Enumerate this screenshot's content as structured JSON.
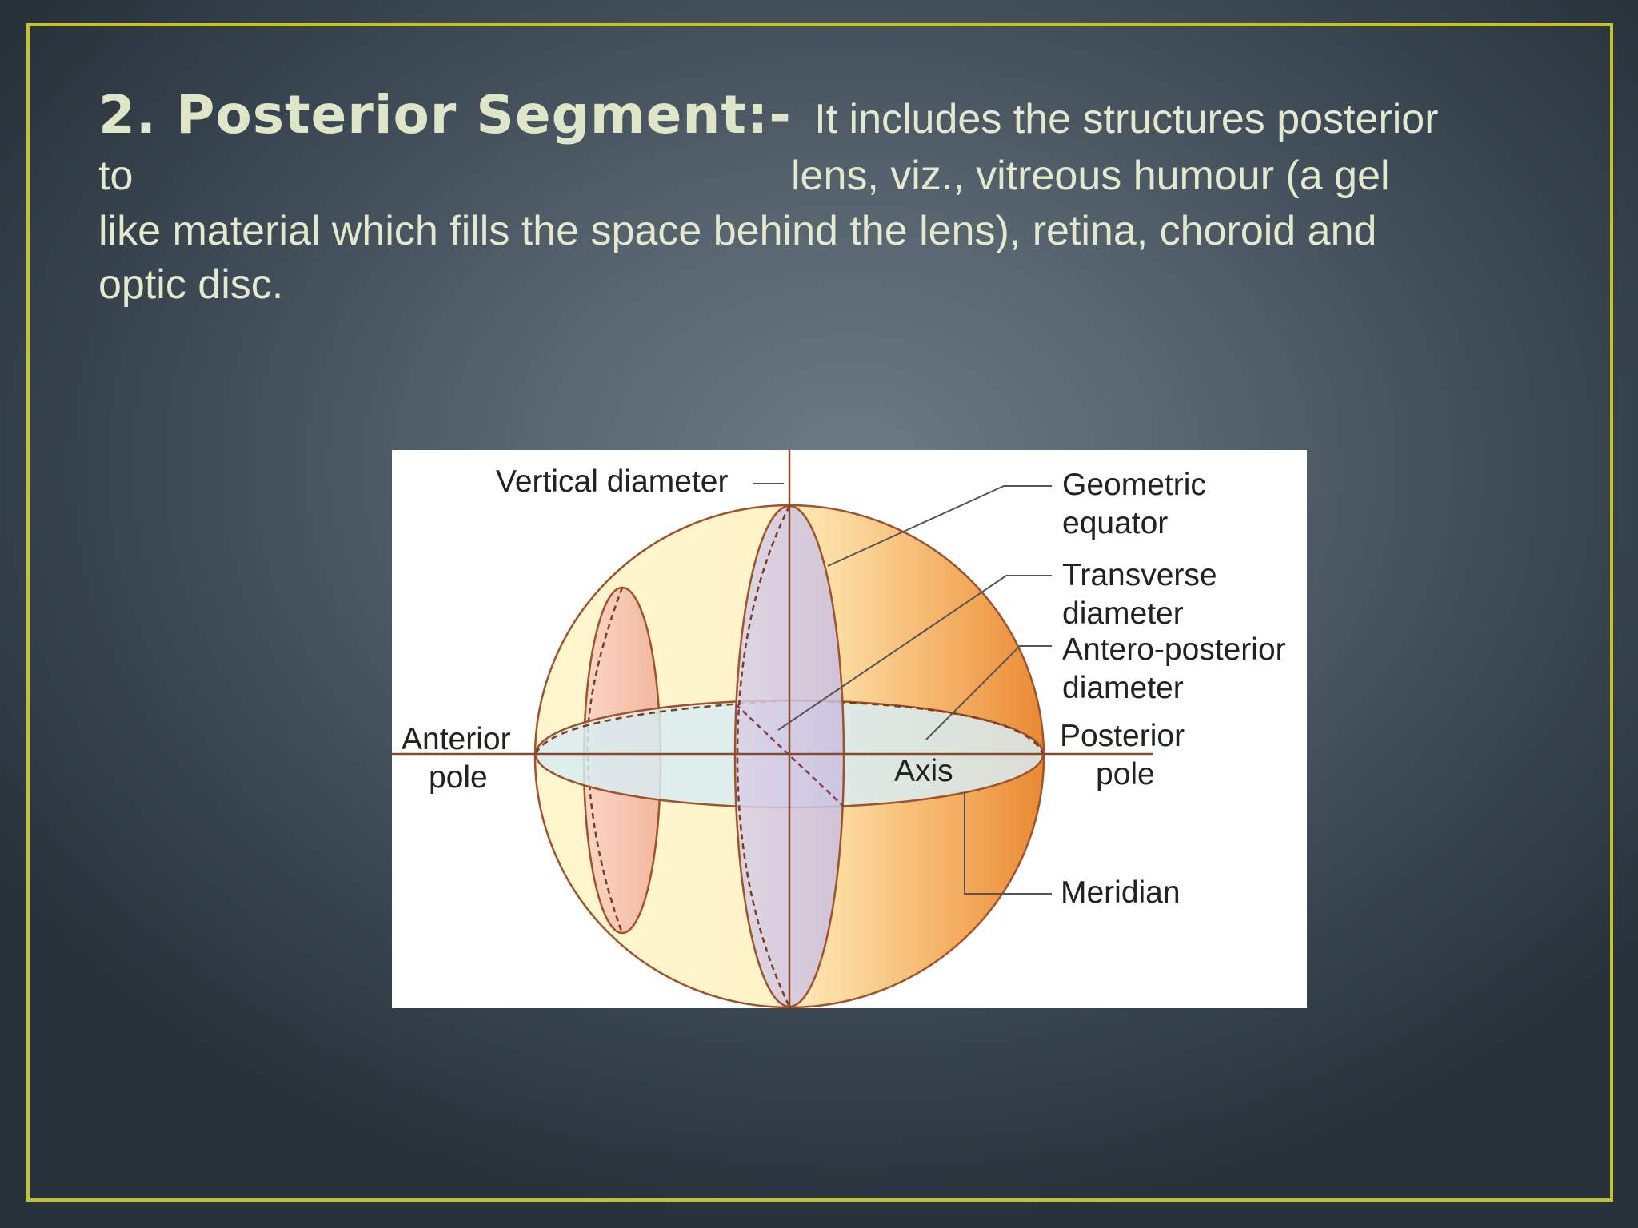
{
  "slide": {
    "heading": "2. Posterior Segment:-",
    "line1_rest": "It includes the structures posterior",
    "line2_left": "to",
    "line2_right": "lens, viz., vitreous humour (a gel",
    "line3": "like material which fills the space behind the lens), retina, choroid and",
    "line4": "optic disc."
  },
  "diagram": {
    "labels": {
      "vertical_diameter": "Vertical diameter",
      "geometric_1": "Geometric",
      "geometric_2": "equator",
      "transverse_1": "Transverse",
      "transverse_2": "diameter",
      "antero_1": "Antero-posterior",
      "antero_2": "diameter",
      "anterior_1": "Anterior",
      "anterior_2": "pole",
      "posterior_1": "Posterior",
      "posterior_2": "pole",
      "axis": "Axis",
      "meridian": "Meridian"
    }
  },
  "colors": {
    "frame": "#c8c227",
    "text": "#e3e8cf",
    "sphere_light": "#fffbe6",
    "sphere_dark": "#ef9a45",
    "outline": "#a0522d"
  }
}
